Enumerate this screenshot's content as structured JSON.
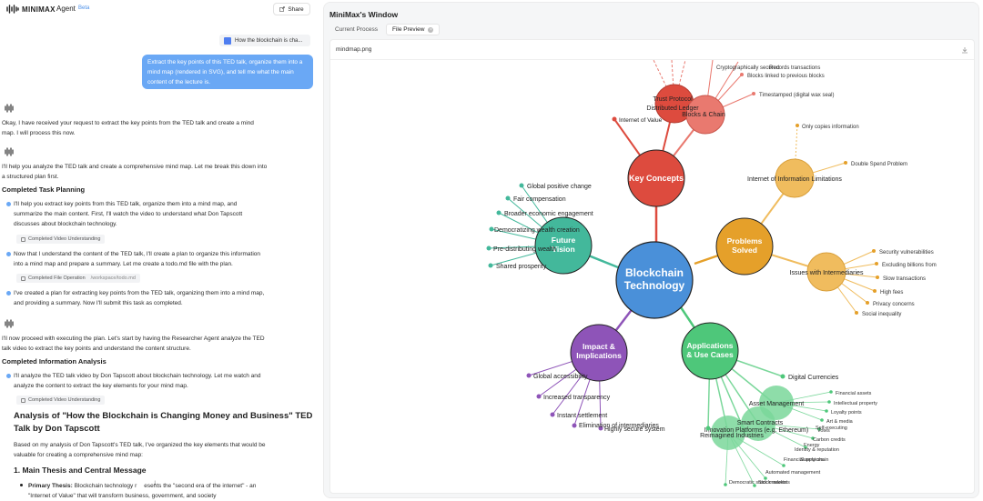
{
  "app": {
    "brand": "MINIMAX",
    "agent_label": "Agent",
    "beta": "Beta",
    "share": "Share"
  },
  "chat": {
    "attachment": "How the blockchain is cha...",
    "user_message": "Extract the key points of this TED talk, organize them into a mind map (rendered in SVG), and tell me what the main content of the lecture is.",
    "reply_1": [
      "Okay, I have received your request to extract the key points from the TED talk and create a mind",
      "map. I will process this now."
    ],
    "reply_2": [
      "I'll help you analyze the TED talk and create a comprehensive mind map. Let me break this down into",
      "a structured plan first."
    ],
    "completed_task_planning": "Completed Task Planning",
    "step_1": [
      "I'll help you extract key points from this TED talk, organize them into a mind map, and",
      "summarize the main content. First, I'll watch the video to understand what Don Tapscott",
      "discusses about blockchain technology."
    ],
    "chip_video_1": "Completed Video Understanding",
    "step_2": [
      "Now that I understand the content of the TED talk, I'll create a plan to organize this information",
      "into a mind map and prepare a summary. Let me create a todo.md file with the plan."
    ],
    "chip_file_op": "Completed File Operation",
    "chip_file_path": "/workspace/todo.md",
    "step_3": [
      "I've created a plan for extracting key points from the TED talk, organizing them into a mind map,",
      "and providing a summary. Now I'll submit this task as completed."
    ],
    "reply_3": [
      "I'll now proceed with executing the plan. Let's start by having the Researcher Agent analyze the TED",
      "talk video to extract the key points and understand the content structure."
    ],
    "completed_info_analysis": "Completed Information Analysis",
    "step_4": [
      "I'll analyze the TED talk video by Don Tapscott about blockchain technology. Let me watch and",
      "analyze the content to extract the key elements for your mind map."
    ],
    "chip_video_2": "Completed Video Understanding",
    "analysis_title": [
      "Analysis of \"How the Blockchain is Changing Money and Business\" TED",
      "Talk by Don Tapscott"
    ],
    "analysis_intro": [
      "Based on my analysis of Don Tapscott's TED talk, I've organized the key elements that would be",
      "valuable for creating a comprehensive mind map:"
    ],
    "section_1": "1. Main Thesis and Central Message",
    "primary_thesis_label": "Primary Thesis:",
    "primary_thesis_text": "Blockchain technology r",
    "primary_thesis_text_2": "esents the \"second era of the internet\" - an",
    "primary_thesis_line_2": "\"Internet of Value\" that will transform business, government, and society"
  },
  "window": {
    "title": "MiniMax's Window",
    "tab_current": "Current Process",
    "tab_preview": "File Preview",
    "file_name": "mindmap.png"
  },
  "mindmap": {
    "center": "Blockchain Technology",
    "key_concepts": "Key Concepts",
    "trust_protocol": "Trust Protocol",
    "distributed_ledger": "Distributed Ledger",
    "blocks_chain": "Blocks & Chain",
    "internet_of_value": "Internet of Value",
    "blocks_linked": "Blocks linked to previous blocks",
    "timestamped": "Timestamped (digital wax seal)",
    "problems_solved": "Problems Solved",
    "internet_info_limits": "Internet of Information Limitations",
    "only_copies": "Only copies information",
    "double_spend": "Double Spend Problem",
    "issues_intermediaries": "Issues with Intermediaries",
    "security_vuln": "Security vulnerabilities",
    "excluding_billions": "Excluding billions from",
    "slow_transactions": "Slow transactions",
    "high_fees": "High fees",
    "privacy_concerns": "Privacy concerns",
    "social_inequality": "Social inequality",
    "future_vision": "Future Vision",
    "global_positive": "Global positive change",
    "fair_comp": "Fair compensation",
    "broader_econ": "Broader economic engagement",
    "democratizing": "Democratizing wealth creation",
    "pre_distributing": "Pre-distributing wealth",
    "shared_prosperity": "Shared prosperity",
    "impact": "Impact & Implications",
    "global_access": "Global accessibility",
    "increased_transparency": "Increased transparency",
    "instant_settlement": "Instant settlement",
    "elimination": "Elimination of intermediaries",
    "highly_secure": "Highly secure system",
    "applications": "Applications & Use Cases",
    "digital_currencies": "Digital Currencies",
    "asset_management": "Asset Management",
    "smart_contracts": "Smart Contracts",
    "innovation_platforms": "Innovation Platforms (e.g. Ethereum)",
    "reimagined_industries": "Reimagined Industries",
    "financial_assets": "Financial assets",
    "intellectual_property": "Intellectual property",
    "loyalty_points": "Loyalty points",
    "art_media": "Art & media",
    "self_executing": "Self-executing",
    "votes": "Votes",
    "carbon_credits": "Carbon credits",
    "identity": "Identity & reputation",
    "energy": "Energy",
    "financial_services": "Financial services",
    "supply_chain": "Supply chain",
    "automated_management": "Automated management",
    "democratic_stock": "Democratic stock markets",
    "stock_markets": "Stock markets",
    "top_partial_1": "Cryptographically secured",
    "top_partial_2": "Records transactions"
  },
  "colors": {
    "center": "#4a90d9",
    "key": "#dd4b3e",
    "key_light": "#e9796f",
    "problems": "#e5a02a",
    "problems_light": "#f0bc5e",
    "future": "#43b89b",
    "impact": "#8e54b8",
    "apps": "#4ec77a",
    "apps_light": "#7ad79a"
  }
}
